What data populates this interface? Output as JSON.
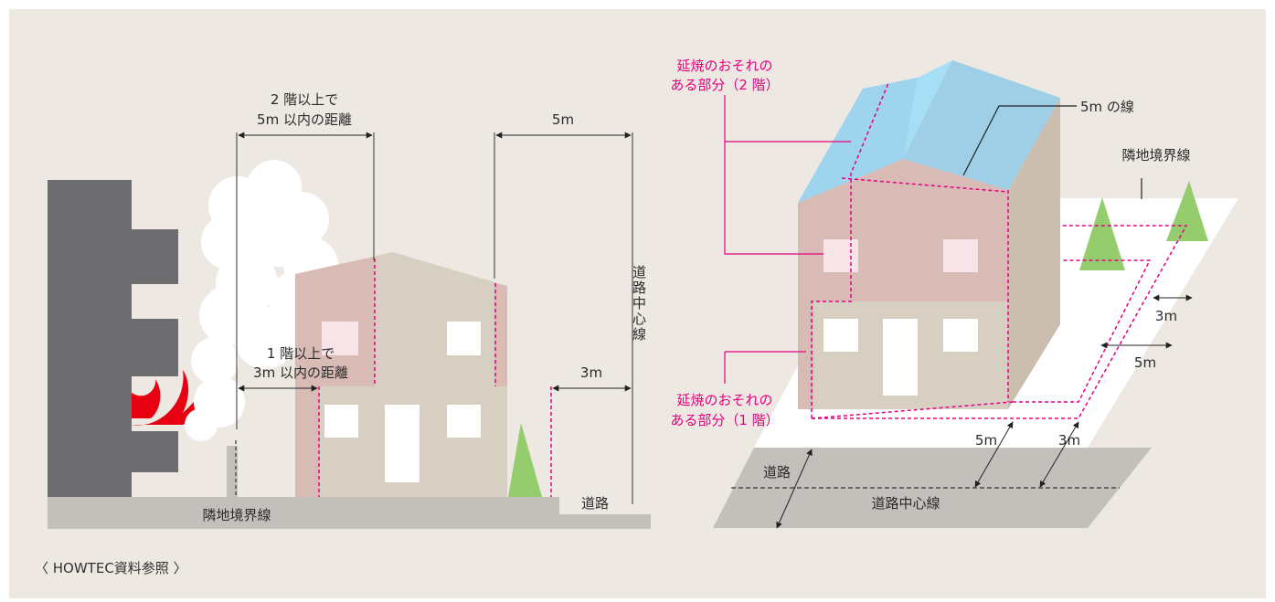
{
  "left_diagram": {
    "label_2f_line1": "2 階以上で",
    "label_2f_line2": "5m 以内の距離",
    "label_1f_line1": "1 階以上で",
    "label_1f_line2": "3m 以内の距離",
    "label_5m": "5m",
    "label_3m": "3m",
    "label_road_center": "道路中心線",
    "label_road": "道路",
    "label_boundary": "隣地境界線"
  },
  "right_diagram": {
    "pink_2f_line1": "延焼のおそれの",
    "pink_2f_line2": "ある部分（2 階）",
    "pink_1f_line1": "延焼のおそれの",
    "pink_1f_line2": "ある部分（1 階）",
    "label_5m_line": "5m の線",
    "label_boundary": "隣地境界線",
    "label_3m_a": "3m",
    "label_5m_a": "5m",
    "label_5m_b": "5m",
    "label_3m_b": "3m",
    "label_road": "道路",
    "label_road_center": "道路中心線"
  },
  "source": "〈 HOWTEC資料参照 〉",
  "colors": {
    "panel_bg": "#ede8e2",
    "pink": "#e5007f",
    "fire": "#e60012",
    "building_dark": "#6d6d6f",
    "ground": "#c3bfbb",
    "house_beige": "#d8cfc3",
    "house_pink": "#d8bbb5",
    "roof_blue": "#a6def5",
    "tree_green": "#95cc6e"
  }
}
